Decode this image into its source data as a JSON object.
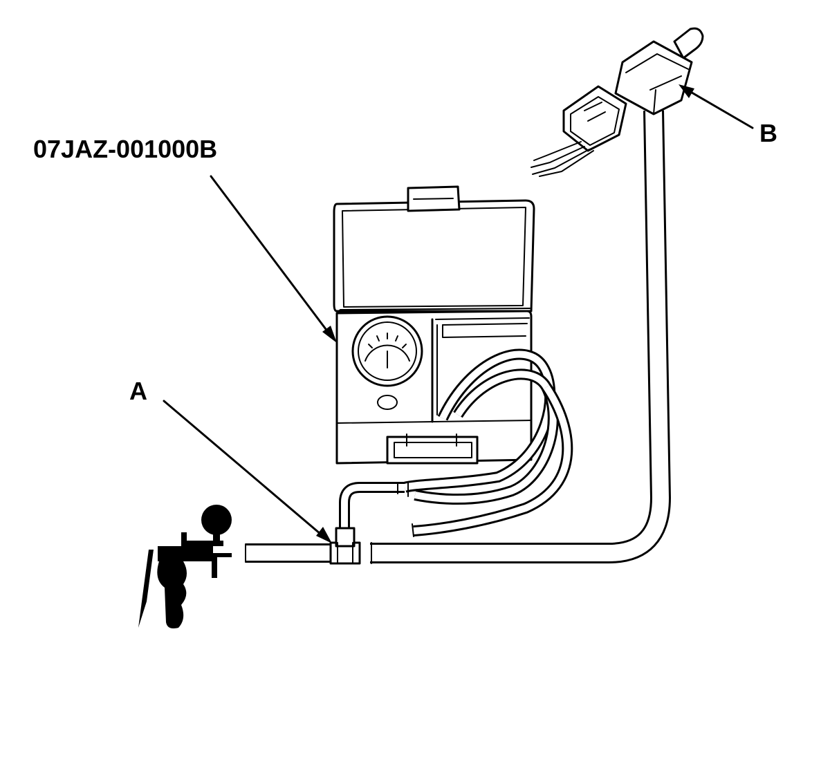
{
  "diagram": {
    "labels": {
      "tool_number": "07JAZ-001000B",
      "callout_a": "A",
      "callout_b": "B"
    },
    "components": {
      "tester_case": "tester-case-icon",
      "pressure_gauge": "pressure-gauge-icon",
      "hand_vacuum_pump": "hand-vacuum-pump-icon",
      "t_fitting": "t-fitting-icon",
      "connector_b": "connector-icon"
    },
    "colors": {
      "line": "#000000",
      "background": "#ffffff"
    }
  }
}
